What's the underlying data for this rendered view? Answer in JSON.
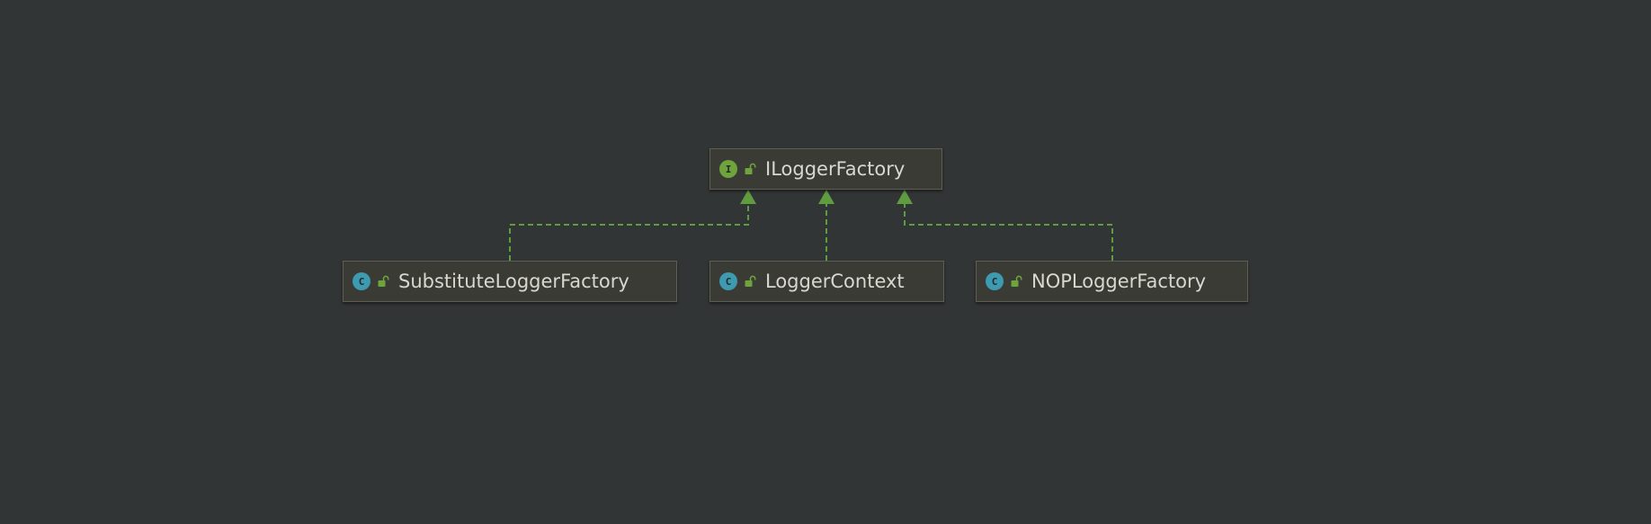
{
  "diagram": {
    "nodes": [
      {
        "id": "ilogger",
        "kind": "interface",
        "kind_letter": "I",
        "label": "ILoggerFactory"
      },
      {
        "id": "substitute",
        "kind": "class",
        "kind_letter": "C",
        "label": "SubstituteLoggerFactory"
      },
      {
        "id": "context",
        "kind": "class",
        "kind_letter": "C",
        "label": "LoggerContext"
      },
      {
        "id": "nop",
        "kind": "class",
        "kind_letter": "C",
        "label": "NOPLoggerFactory"
      }
    ],
    "edges": [
      {
        "from": "substitute",
        "to": "ilogger",
        "relation": "implements"
      },
      {
        "from": "context",
        "to": "ilogger",
        "relation": "implements"
      },
      {
        "from": "nop",
        "to": "ilogger",
        "relation": "implements"
      }
    ]
  },
  "colors": {
    "background": "#323535",
    "edge": "#5f9c3f",
    "interface_badge": "#6fa33c",
    "class_badge": "#3d9ab0",
    "visibility_lock": "#6fa33c"
  },
  "icons": {
    "interface": "interface-icon",
    "class": "class-icon",
    "visibility": "public-lock-icon"
  }
}
